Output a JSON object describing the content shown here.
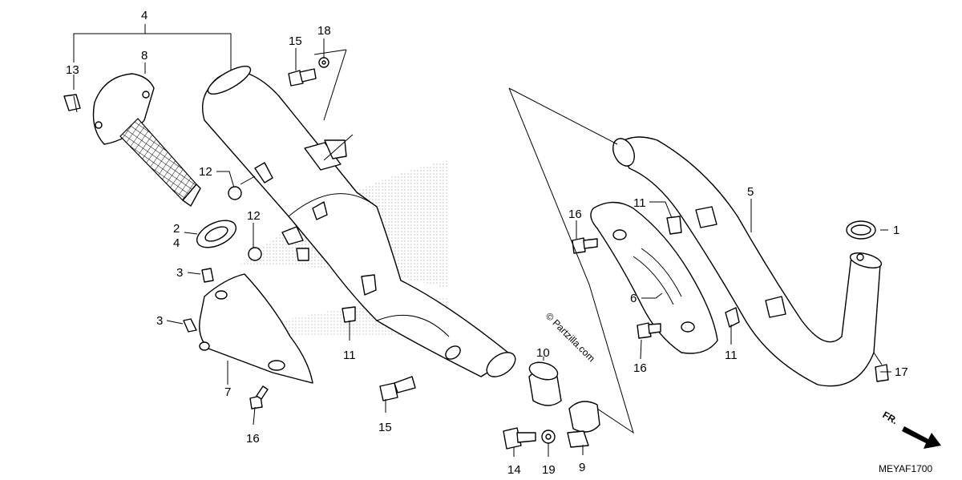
{
  "diagram": {
    "callouts": {
      "c1": "1",
      "c2": "2",
      "c3a": "3",
      "c3b": "3",
      "c4a": "4",
      "c4b": "4",
      "c5": "5",
      "c6": "6",
      "c7": "7",
      "c8": "8",
      "c9": "9",
      "c10": "10",
      "c11a": "11",
      "c11b": "11",
      "c11c": "11",
      "c12a": "12",
      "c12b": "12",
      "c13": "13",
      "c14": "14",
      "c15a": "15",
      "c15b": "15",
      "c16a": "16",
      "c16b": "16",
      "c16c": "16",
      "c17": "17",
      "c18": "18",
      "c19": "19"
    },
    "watermark": "© Partzilla.com",
    "front_indicator": "FR.",
    "diagram_code": "MEYAF1700"
  }
}
